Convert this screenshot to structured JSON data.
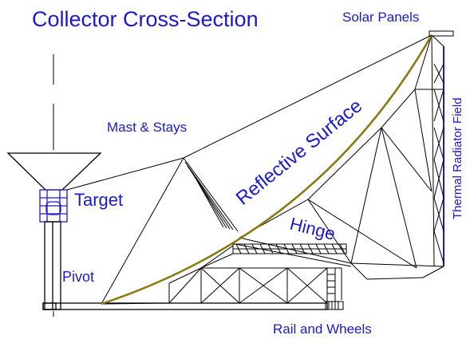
{
  "title": "Collector Cross-Section",
  "labels": {
    "solar_panels": "Solar Panels",
    "mast_stays": "Mast & Stays",
    "reflective_surface": "Reflective Surface",
    "thermal_radiator_field": "Thermal Radiator Field",
    "target": "Target",
    "hinge": "Hinge",
    "pivot": "Pivot",
    "rail_wheels": "Rail and Wheels"
  },
  "colors": {
    "label": "#1a1acc",
    "line": "#000000",
    "surface": "#8a7a10",
    "radiator": "#1a1acc",
    "background": "#ffffff"
  }
}
